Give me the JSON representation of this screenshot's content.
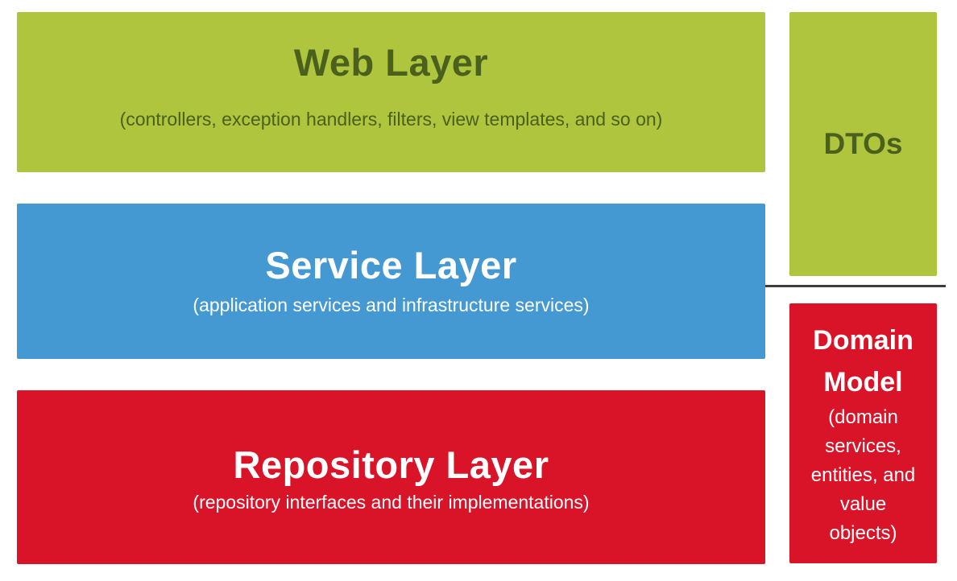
{
  "diagram": {
    "title": "Layered architecture diagram",
    "colors": {
      "layer_green": "#afc53e",
      "layer_blue": "#4499d2",
      "layer_red": "#da1428",
      "dark_green_text": "#4a601c",
      "white_text": "#ffffff",
      "divider_line": "#3d3d3d",
      "background": "#ffffff"
    },
    "layers": [
      {
        "title": "Web Layer",
        "subtitle": "(controllers, exception handlers, filters, view templates, and so on)"
      },
      {
        "title": "Service Layer",
        "subtitle": "(application services and infrastructure services)"
      },
      {
        "title": "Repository Layer",
        "subtitle": "(repository interfaces and their implementations)"
      }
    ],
    "side": {
      "dtos": {
        "label": "DTOs"
      },
      "domain_model": {
        "title_lines": [
          "Domain",
          "Model"
        ],
        "subtitle_lines": [
          "(domain",
          "services,",
          "entities, and",
          "value",
          "objects)"
        ]
      }
    }
  }
}
